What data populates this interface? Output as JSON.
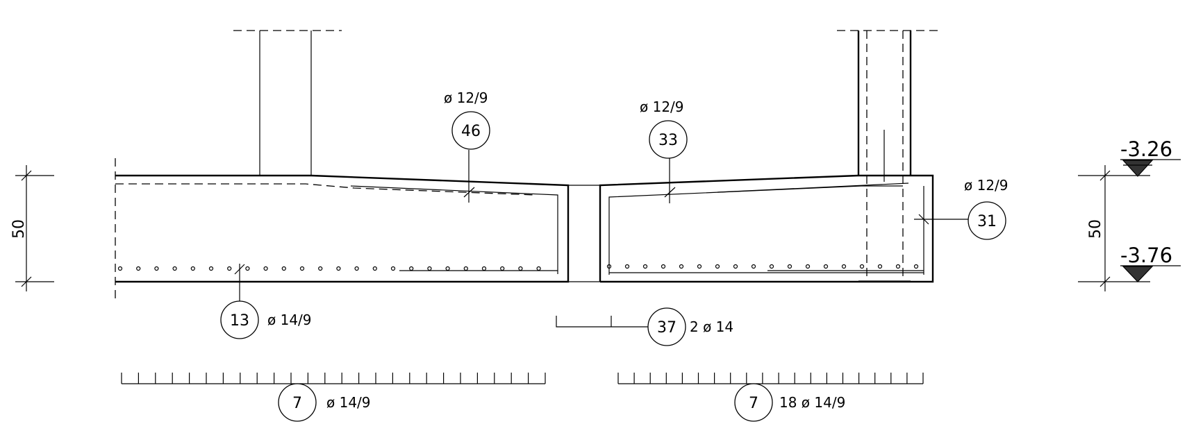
{
  "dimensions": {
    "left_height": "50",
    "right_height": "50"
  },
  "levels": {
    "top": "-3.26",
    "bottom": "-3.76"
  },
  "marks": {
    "m46": {
      "id": "46",
      "spec": "ø 12/9"
    },
    "m33": {
      "id": "33",
      "spec": "ø 12/9"
    },
    "m31": {
      "id": "31",
      "spec": "ø 12/9"
    },
    "m13": {
      "id": "13",
      "spec": "ø 14/9"
    },
    "m37": {
      "id": "37",
      "spec": "2 ø 14"
    },
    "m7a": {
      "id": "7",
      "spec": "ø 14/9"
    },
    "m7b": {
      "id": "7",
      "spec": "18 ø 14/9"
    }
  },
  "colors": {
    "line": "#000000",
    "background": "#ffffff",
    "level_marker_fill": "#333333"
  }
}
